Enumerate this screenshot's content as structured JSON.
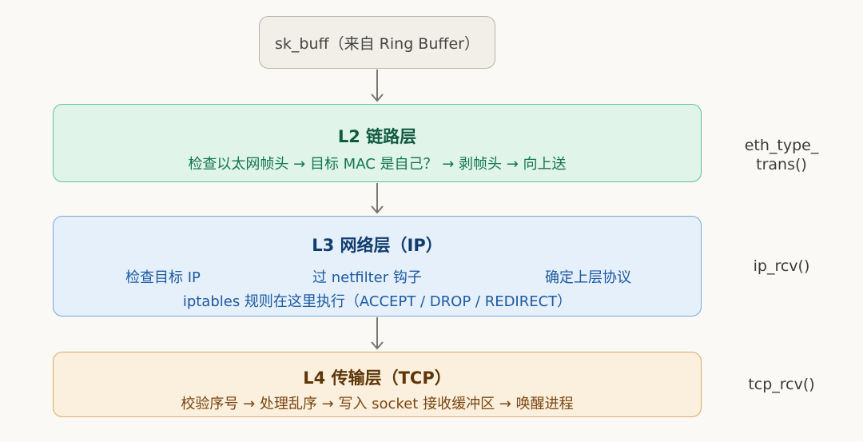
{
  "source": {
    "label": "sk_buff（来自 Ring Buffer）"
  },
  "layers": {
    "l2": {
      "title": "L2 链路层",
      "desc": "检查以太网帧头 → 目标 MAC 是自己？ → 剥帧头 → 向上送",
      "func_line1": "eth_type_",
      "func_line2": "trans()"
    },
    "l3": {
      "title": "L3 网络层（IP）",
      "col1": "检查目标 IP",
      "col2": "过 netfilter 钩子",
      "col3": "确定上层协议",
      "desc": "iptables 规则在这里执行（ACCEPT / DROP / REDIRECT）",
      "func": "ip_rcv()"
    },
    "l4": {
      "title": "L4 传输层（TCP）",
      "desc": "校验序号 → 处理乱序 → 写入 socket 接收缓冲区 → 唤醒进程",
      "func": "tcp_rcv()"
    }
  },
  "colors": {
    "l2_fill": "#e1f4ea",
    "l3_fill": "#e6f0fb",
    "l4_fill": "#fbefde",
    "source_fill": "#f1efe8",
    "arrow": "#767570"
  }
}
